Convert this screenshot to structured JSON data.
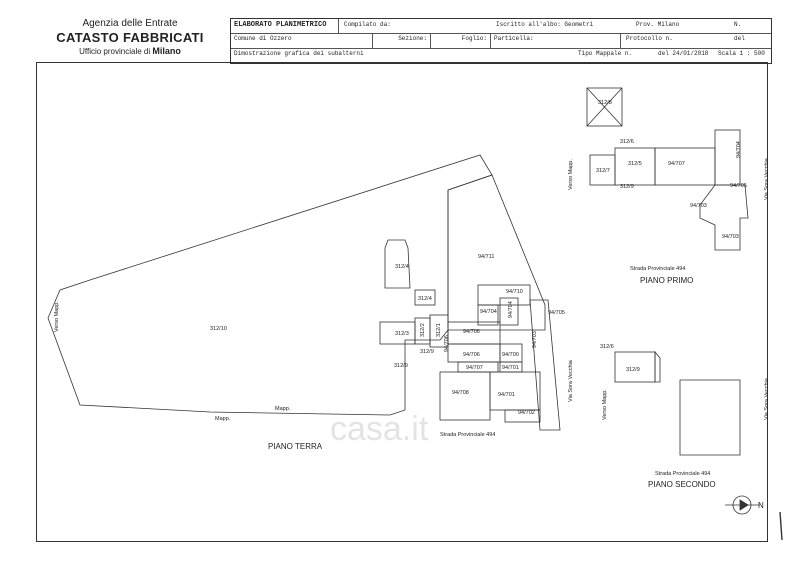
{
  "header_left": {
    "agency": "Agenzia delle Entrate",
    "title": "CATASTO FABBRICATI",
    "office_prefix": "Ufficio provinciale di",
    "office_city": "Milano"
  },
  "header_form": {
    "doc_title": "ELABORATO PLANIMETRICO",
    "compilato": "Compilato da:",
    "iscritto": "Iscritto all'albo: Geometri",
    "prov": "Prov. Milano",
    "n": "N.",
    "comune": "Comune di Ozzero",
    "sezione": "Sezione:",
    "foglio": "Foglio:",
    "particella": "Particella:",
    "protocollo": "Protocollo n.",
    "del": "del",
    "dimostrazione": "Dimostrazione grafica dei subalterni",
    "tipo_mappale": "Tipo Mappale n.",
    "data": "del 24/01/2018",
    "scala": "Scala 1 : 500"
  },
  "plan_ground": {
    "title": "PIANO TERRA",
    "road": "Strada Provinciale 494",
    "road_side": "Via Sora Vecchia",
    "left_label": "Verso Mapp.",
    "bottom_label": "Mapp.",
    "bottom_label2": "Mapp.",
    "units": [
      "312/10",
      "94/711",
      "312/4",
      "312/4",
      "94/710",
      "94/705",
      "94/704",
      "94/704",
      "312/3",
      "312/2",
      "312/1",
      "94/706",
      "94/706",
      "94/706",
      "94/700",
      "94/707",
      "94/701",
      "94/708",
      "94/701",
      "94/702",
      "312/9",
      "312/9",
      "94/703"
    ]
  },
  "plan_first": {
    "title": "PIANO PRIMO",
    "road": "Strada Provinciale 494",
    "road_side": "Via Sora Vecchia",
    "left_label": "Verso Mapp.",
    "units": [
      "312/8",
      "312/6",
      "312/5",
      "94/707",
      "94/704",
      "312/7",
      "312/9",
      "94/705",
      "94/703",
      "94/703"
    ]
  },
  "plan_second": {
    "title": "PIANO SECONDO",
    "road": "Strada Provinciale 494",
    "road_side": "Via Sora Vecchia",
    "left_label": "Verso Mapp.",
    "units": [
      "312/6",
      "312/9"
    ]
  },
  "north": {
    "label": "N"
  },
  "watermark": "casa.it"
}
